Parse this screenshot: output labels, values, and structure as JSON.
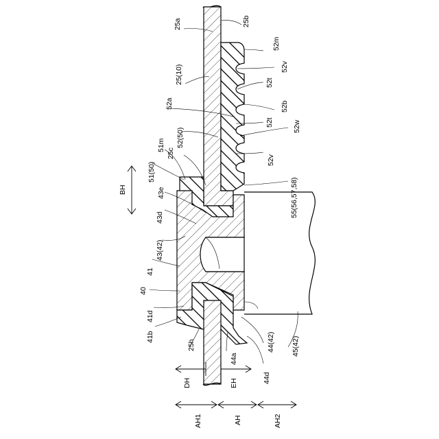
{
  "labels": {
    "l25a": "25a",
    "l25b": "25b",
    "l52m": "52m",
    "l52v_top": "52v",
    "l25_10": "25(10)",
    "l52t_top": "52t",
    "l52a": "52a",
    "l52b": "52b",
    "l52t_mid": "52t",
    "l52_50": "52(50)",
    "l52w": "52w",
    "l51m": "51m",
    "l25c": "25c",
    "l51_50": "51(50)",
    "l52v_bot": "52v",
    "l43e": "43e",
    "l55": "55(56,57,58)",
    "lBH": "BH",
    "l43d": "43d",
    "l43_42": "43(42)",
    "l41": "41",
    "l40": "40",
    "l41d": "41d",
    "l41b": "41b",
    "l25h": "25h",
    "l44a": "44a",
    "l44_42": "44(42)",
    "l44d": "44d",
    "l45_42": "45(42)",
    "lDH": "DH",
    "lEH": "EH",
    "lAH1": "AH1",
    "lAH": "AH",
    "lAH2": "AH2"
  }
}
